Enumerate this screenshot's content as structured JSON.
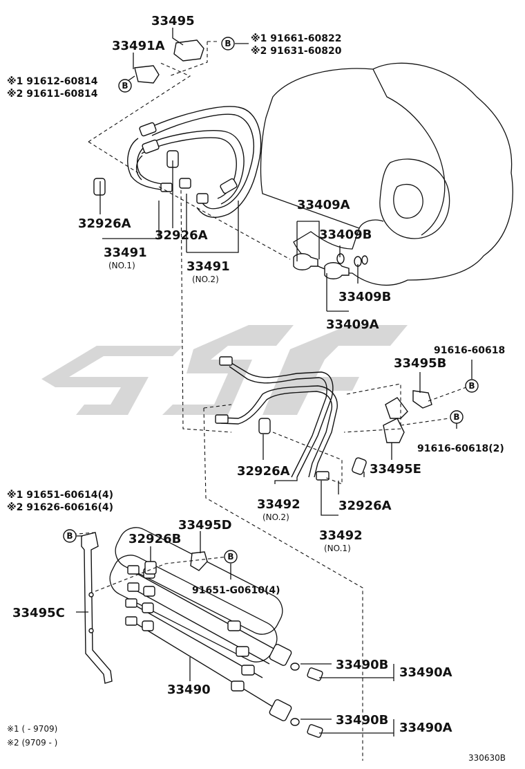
{
  "watermark": {
    "color": "#d7d7d7"
  },
  "circle_label": "B",
  "labels": {
    "p33495": "33495",
    "p33491A": "33491A",
    "n1_91661": "※1 91661-60822",
    "n2_91631": "※2 91631-60820",
    "n1_91612": "※1 91612-60814",
    "n2_91611": "※2 91611-60814",
    "p32926A_left": "32926A",
    "p32926A_mid": "32926A",
    "p33491_no1": "33491",
    "p33491_no1_sub": "(NO.1)",
    "p33491_no2": "33491",
    "p33491_no2_sub": "(NO.2)",
    "p33409A_top": "33409A",
    "p33409B_top": "33409B",
    "p33409B_bot": "33409B",
    "p33409A_bot": "33409A",
    "p91616_top": "91616-60618",
    "p33495B": "33495B",
    "p91616_bot": "91616-60618(2)",
    "p33495E": "33495E",
    "p32926A_lower": "32926A",
    "p32926A_lower2": "32926A",
    "p33492_no2": "33492",
    "p33492_no2_sub": "(NO.2)",
    "p33492_no1": "33492",
    "p33492_no1_sub": "(NO.1)",
    "n1_91651": "※1 91651-60614(4)",
    "n2_91626": "※2 91626-60616(4)",
    "p33495D": "33495D",
    "p32926B": "32926B",
    "p91651G": "91651-G0610(4)",
    "p33495C": "33495C",
    "p33490": "33490",
    "p33490B_top": "33490B",
    "p33490A_top": "33490A",
    "p33490B_bot": "33490B",
    "p33490A_bot": "33490A",
    "legend1": "※1 (      - 9709)",
    "legend2": "※2 (9709 -      )",
    "diagram_code": "330630B"
  }
}
